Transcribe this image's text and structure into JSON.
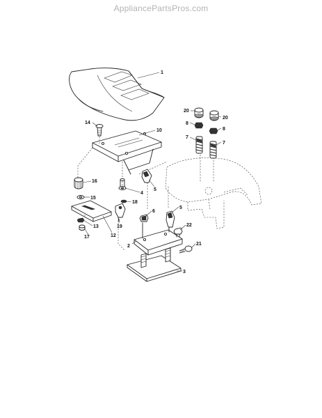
{
  "watermark": "AppliancePartsPros.com",
  "callouts": [
    "1",
    "20",
    "20",
    "8",
    "8",
    "7",
    "7",
    "14",
    "10",
    "16",
    "4",
    "5",
    "15",
    "18",
    "6",
    "5",
    "22",
    "13",
    "12",
    "17",
    "19",
    "2",
    "21",
    "3"
  ]
}
